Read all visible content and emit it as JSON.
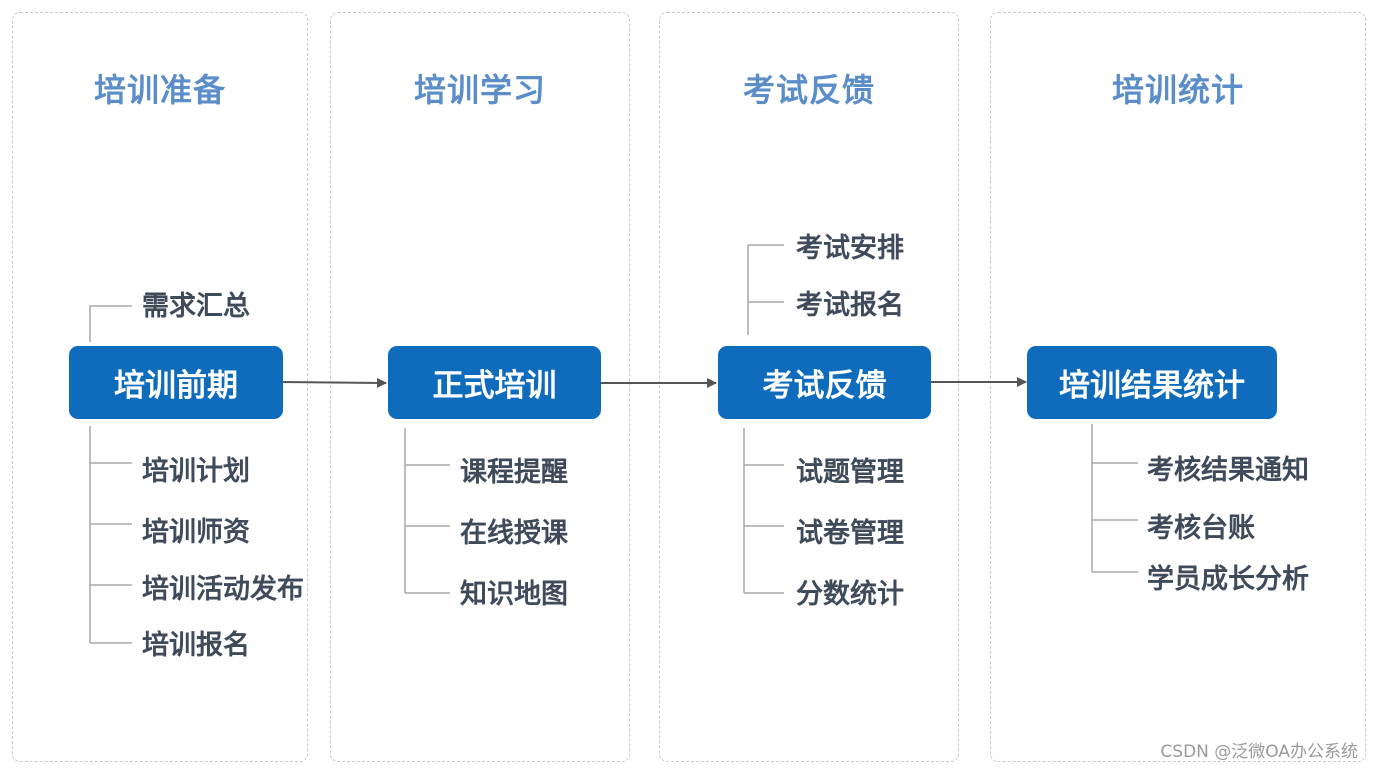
{
  "lanes": [
    {
      "title": "培训准备",
      "stage": "培训前期",
      "items_above": [
        "需求汇总"
      ],
      "items_below": [
        "培训计划",
        "培训师资",
        "培训活动发布",
        "培训报名"
      ]
    },
    {
      "title": "培训学习",
      "stage": "正式培训",
      "items_above": [],
      "items_below": [
        "课程提醒",
        "在线授课",
        "知识地图"
      ]
    },
    {
      "title": "考试反馈",
      "stage": "考试反馈",
      "items_above": [
        "考试安排",
        "考试报名"
      ],
      "items_below": [
        "试题管理",
        "试卷管理",
        "分数统计"
      ]
    },
    {
      "title": "培训统计",
      "stage": "培训结果统计",
      "items_above": [],
      "items_below": [
        "考核结果通知",
        "考核台账",
        "学员成长分析"
      ]
    }
  ],
  "watermark": "CSDN @泛微OA办公系统",
  "colors": {
    "stage_fill": "#0f6cbd",
    "lane_title": "#5b8ec9",
    "item_text": "#3f4a5a",
    "connector": "#9a9a9a",
    "arrow": "#555555"
  }
}
